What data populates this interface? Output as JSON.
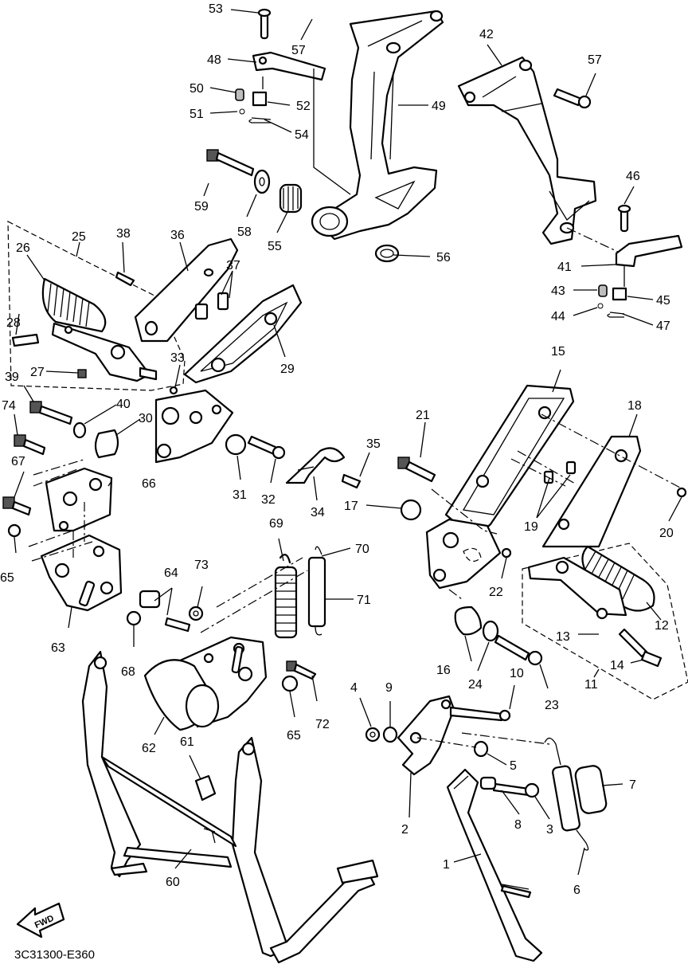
{
  "diagram_code": "3C31300-E360",
  "fwd_label": "FWD",
  "labels": [
    "53",
    "57",
    "48",
    "50",
    "51",
    "52",
    "54",
    "49",
    "42",
    "57",
    "59",
    "58",
    "55",
    "56",
    "46",
    "41",
    "43",
    "45",
    "44",
    "47",
    "25",
    "38",
    "36",
    "37",
    "26",
    "28",
    "27",
    "33",
    "29",
    "39",
    "40",
    "30",
    "74",
    "67",
    "31",
    "32",
    "34",
    "35",
    "21",
    "15",
    "18",
    "20",
    "19",
    "17",
    "22",
    "16",
    "24",
    "23",
    "66",
    "65",
    "63",
    "64",
    "73",
    "68",
    "69",
    "70",
    "71",
    "62",
    "61",
    "65",
    "72",
    "60",
    "4",
    "9",
    "10",
    "2",
    "5",
    "8",
    "3",
    "7",
    "1",
    "6",
    "12",
    "13",
    "14",
    "11"
  ]
}
